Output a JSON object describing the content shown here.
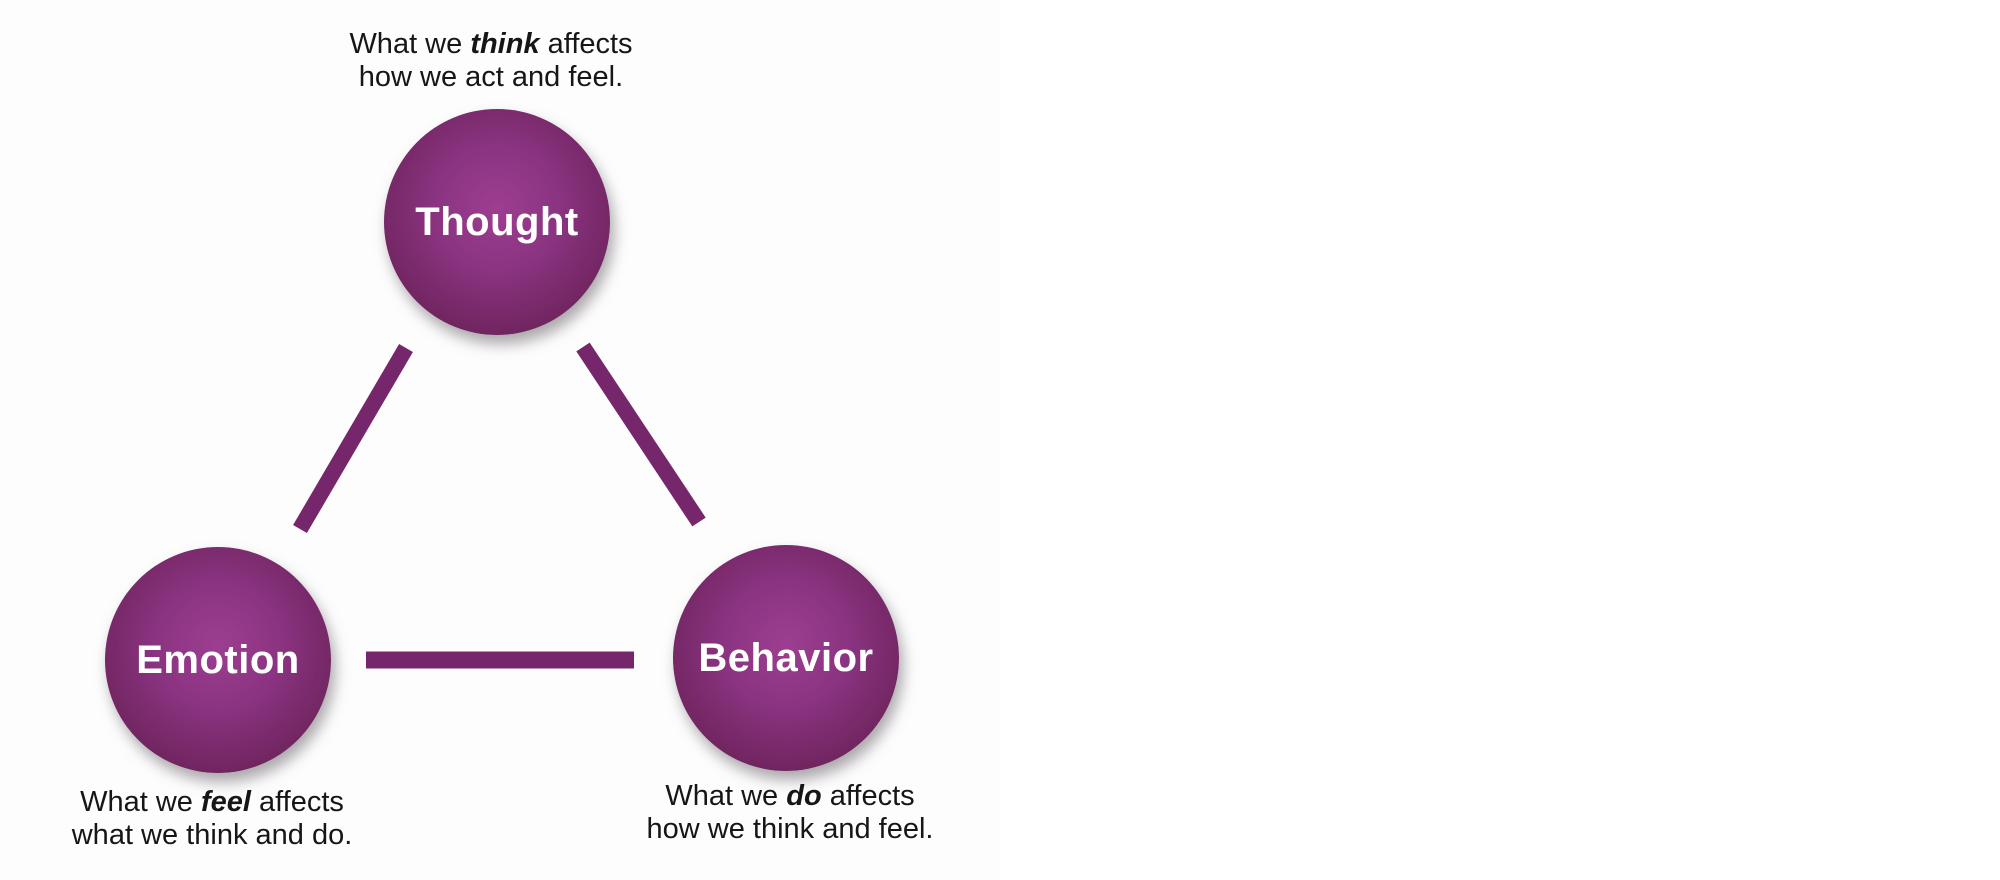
{
  "colors": {
    "background": "#ffffff",
    "node_center": "#9d3e91",
    "node_edge": "#5f1c56",
    "connector": "#76266a",
    "label_text": "#ffffff",
    "caption_text": "#161616"
  },
  "diagram": {
    "nodes": [
      {
        "id": "thought",
        "label": "Thought"
      },
      {
        "id": "emotion",
        "label": "Emotion"
      },
      {
        "id": "behavior",
        "label": "Behavior"
      }
    ],
    "captions": [
      {
        "id": "thought",
        "pre": "What we ",
        "emphasis": "think",
        "post": " affects",
        "line2": "how we act and feel."
      },
      {
        "id": "emotion",
        "pre": "What we ",
        "emphasis": "feel",
        "post": " affects",
        "line2": "what we think and do."
      },
      {
        "id": "behavior",
        "pre": "What we ",
        "emphasis": "do",
        "post": " affects",
        "line2": "how we think and feel."
      }
    ]
  }
}
